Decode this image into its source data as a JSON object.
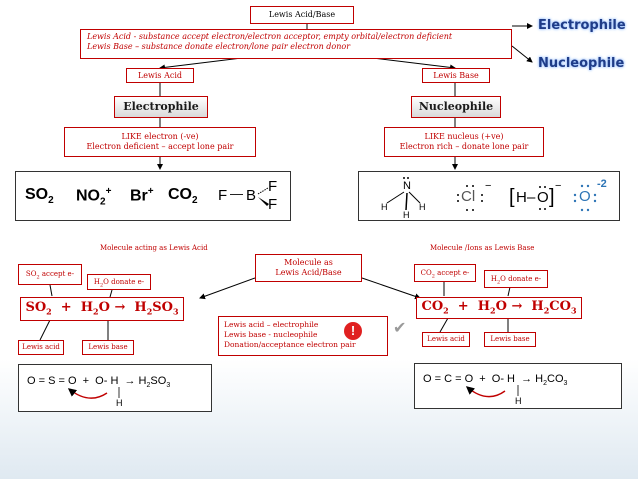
{
  "top": {
    "title": "Lewis Acid/Base",
    "def_acid": "Lewis Acid -  substance accept electron/electron acceptor, empty orbital/electron deficient",
    "def_base": "Lewis Base – substance donate electron/lone pair electron donor"
  },
  "side": {
    "electrophile": "Electrophile",
    "nucleophile": "Nucleophile"
  },
  "left": {
    "acid_label": "Lewis Acid",
    "electrophile": "Electrophile",
    "like_line1": "LIKE electron (-ve)",
    "like_line2": "Electron deficient – accept lone pair",
    "molecules": {
      "so2": "SO",
      "so2_sub": "2",
      "no2": "NO",
      "no2_sub": "2",
      "no2_sup": "+",
      "br": "Br",
      "br_sup": "+",
      "co2": "CO",
      "co2_sub": "2",
      "bf3_f": "F",
      "bf3_b": "B"
    },
    "caption": "Molecule acting as Lewis Acid"
  },
  "right": {
    "base_label": "Lewis Base",
    "nucleophile": "Nucleophile",
    "like_line1": "LIKE nucleus (+ve)",
    "like_line2": "Electron rich – donate lone pair",
    "molecules": {
      "n": "N",
      "h": "H",
      "cl": "Cl",
      "oh_o": "O",
      "oh_h": "H",
      "o": "O",
      "charge_minus": "−",
      "charge_2": "-2"
    },
    "caption": "Molecule /Ions as Lewis Base"
  },
  "middle": {
    "mol_line1": "Molecule as",
    "mol_line2": "Lewis Acid/Base",
    "note1": "Lewis acid – electrophile",
    "note2": "Lewis base - nucleophile",
    "note3": "Donation/acceptance electron pair"
  },
  "reaction_left": {
    "accept": "SO",
    "accept_sub": "2",
    "accept_tail": " accept e-",
    "donate": "H",
    "donate_sub": "2",
    "donate_tail": "O donate e-",
    "eq_a": "SO",
    "eq_a_sub": "2",
    "eq_plus": "  +  ",
    "eq_b": "H",
    "eq_b_sub": "2",
    "eq_b_tail": "O →  H",
    "eq_c_sub": "2",
    "eq_c_tail": "SO",
    "eq_c_sub2": "3",
    "acid": "Lewis acid",
    "base": "Lewis base",
    "struct": "O = S = O  +  O- H  → H",
    "struct_product": "SO",
    "struct_sub1": "2",
    "struct_sub2": "3"
  },
  "reaction_right": {
    "accept": "CO",
    "accept_sub": "2",
    "accept_tail": " accept e-",
    "donate": "H",
    "donate_sub": "2",
    "donate_tail": "O donate e-",
    "eq_a": "CO",
    "eq_a_sub": "2",
    "eq_plus": "  +  ",
    "eq_b": "H",
    "eq_b_sub": "2",
    "eq_b_tail": "O →  H",
    "eq_c_sub": "2",
    "eq_c_tail": "CO",
    "eq_c_sub2": "3",
    "acid": "Lewis acid",
    "base": "Lewis base",
    "struct": "O = C = O  +  O- H  → H",
    "struct_product": "CO",
    "struct_sub1": "2",
    "struct_sub2": "3"
  },
  "struct_h": "H",
  "colors": {
    "accent": "#c00000",
    "title_blue": "#1f3c88",
    "arrow": "#000000"
  }
}
